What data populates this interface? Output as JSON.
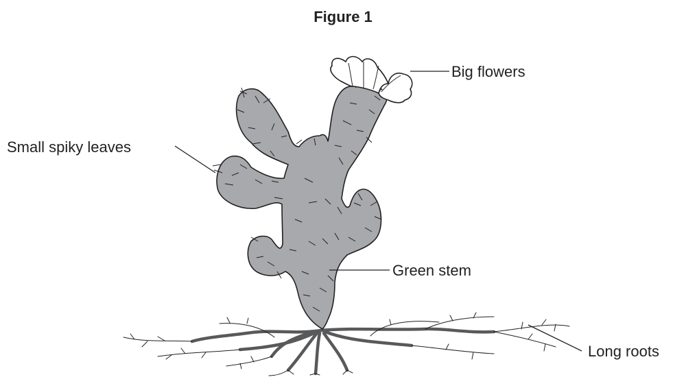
{
  "figure": {
    "title": "Figure 1"
  },
  "labels": {
    "flowers": "Big flowers",
    "leaves": "Small spiky leaves",
    "stem": "Green stem",
    "roots": "Long roots"
  },
  "colors": {
    "plant_fill": "#a7a9ac",
    "outline": "#231f20",
    "roots": "#58595b"
  }
}
